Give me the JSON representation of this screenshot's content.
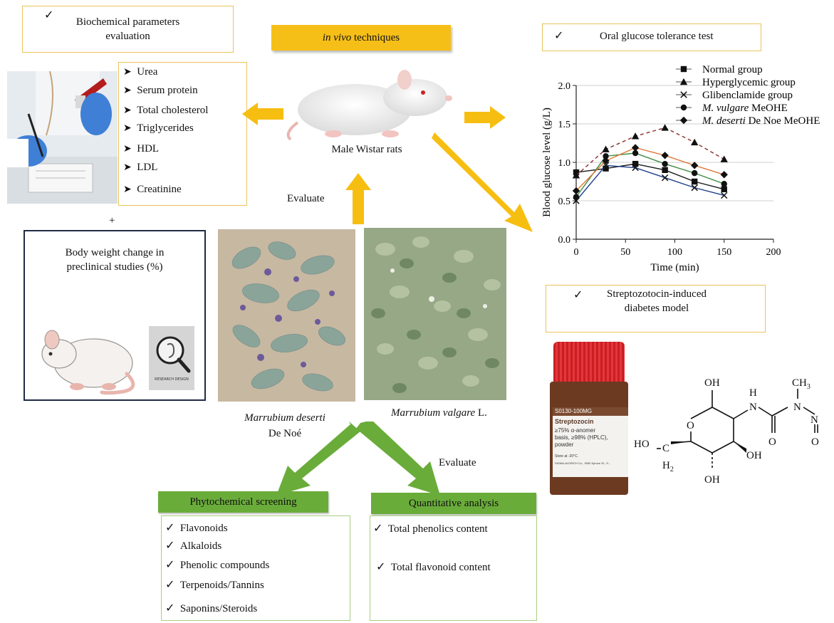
{
  "biochem": {
    "title_line1": "Biochemical parameters",
    "title_line2": "evaluation",
    "items": [
      "Urea",
      "Serum protein",
      "Total cholesterol",
      "Triglycerides",
      "HDL",
      "LDL",
      "Creatinine"
    ]
  },
  "invivo": {
    "italic": "in vivo",
    "rest": " techniques"
  },
  "rat_label": "Male Wistar rats",
  "ogtt_title": "Oral glucose tolerance test",
  "plus": "+",
  "bodyweight": {
    "line1": "Body weight change in",
    "line2": "preclinical studies (%)"
  },
  "stamp_text": "RESEARCH DESIGN",
  "evaluate_top": "Evaluate",
  "evaluate_bottom": "Evaluate",
  "plants": {
    "left_italic": "Marrubium deserti",
    "left_line2": "De Noé",
    "right_italic": "Marrubium valgare",
    "right_rest": " L."
  },
  "stz_box": {
    "line1": "Streptozotocin-induced",
    "line2": "diabetes model"
  },
  "bottle": {
    "code": "S0130-100MG",
    "name": "Streptozocin",
    "line1": "≥75% α-anomer",
    "line2": "basis, ≥98% (HPLC),",
    "line3": "powder",
    "store": "Store at -20°C.",
    "maker": "SIGMA-ALDRICH Co., 3050 Spruce St., S..."
  },
  "molecule": {
    "oh": "OH",
    "ho": "HO",
    "h": "H",
    "n": "N",
    "o": "O",
    "ch3": "CH",
    "sub3": "3",
    "c": "C",
    "h2": "H",
    "sub2": "2"
  },
  "phyto": {
    "title": "Phytochemical screening",
    "items": [
      "Flavonoids",
      "Alkaloids",
      "Phenolic compounds",
      "Terpenoids/Tannins",
      "Saponins/Steroids"
    ]
  },
  "quant": {
    "title": "Quantitative analysis",
    "items": [
      "Total phenolics content",
      "Total flavonoid content"
    ]
  },
  "colors": {
    "arrow_yellow": "#f7be12",
    "arrow_green": "#6aac3a",
    "box_yellow_border": "#e9c45c",
    "header_yellow": "#f6bf18"
  },
  "chart_data": {
    "type": "line",
    "ylabel": "Blood glucose level (g/L)",
    "xlabel": "Time (min)",
    "xlim": [
      0,
      200
    ],
    "ylim": [
      0.0,
      2.0
    ],
    "xticks": [
      "0",
      "50",
      "100",
      "150",
      "200"
    ],
    "yticks": [
      "0.0",
      "0.5",
      "1.0",
      "1.5",
      "2.0"
    ],
    "grid": "horizontal",
    "legend_position": "top-right",
    "x": [
      0,
      30,
      60,
      90,
      120,
      150
    ],
    "series": [
      {
        "name": "Normal group",
        "marker": "square",
        "color": "#1a1a1a",
        "values": [
          0.87,
          0.92,
          0.98,
          0.9,
          0.75,
          0.65
        ]
      },
      {
        "name": "Hyperglycemic group",
        "marker": "triangle",
        "color": "#8b2c2c",
        "dashed": true,
        "values": [
          0.83,
          1.17,
          1.34,
          1.45,
          1.26,
          1.04
        ]
      },
      {
        "name": "Glibenclamide group",
        "marker": "x",
        "color": "#1f3f8a",
        "values": [
          0.5,
          0.96,
          0.93,
          0.8,
          0.67,
          0.57
        ]
      },
      {
        "name": "M. vulgare MeOHE",
        "name_italic": "M. vulgare",
        "name_rest": " MeOHE",
        "marker": "circle",
        "color": "#3f8a3f",
        "values": [
          0.55,
          1.08,
          1.12,
          0.98,
          0.86,
          0.72
        ]
      },
      {
        "name": "M. deserti De Noe MeOHE",
        "name_italic": "M. deserti",
        "name_rest": " De Noe MeOHE",
        "marker": "diamond",
        "color": "#e07a3a",
        "values": [
          0.63,
          1.02,
          1.19,
          1.09,
          0.96,
          0.84
        ]
      }
    ]
  }
}
